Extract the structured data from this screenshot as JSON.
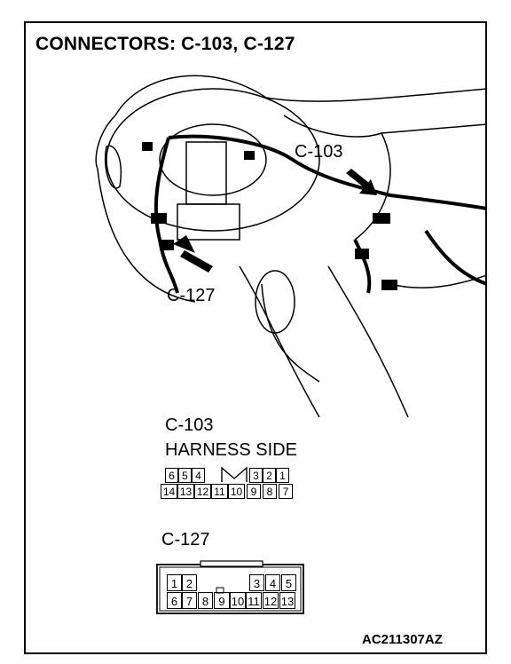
{
  "title": "CONNECTORS: C-103, C-127",
  "callouts": {
    "c103": "C-103",
    "c127": "C-127"
  },
  "c103": {
    "label": "C-103",
    "side": "HARNESS SIDE",
    "top_row": [
      "6",
      "5",
      "4",
      "3",
      "2",
      "1"
    ],
    "bottom_row": [
      "14",
      "13",
      "12",
      "11",
      "10",
      "9",
      "8",
      "7"
    ]
  },
  "c127": {
    "label": "C-127",
    "top_left": [
      "1",
      "2"
    ],
    "top_right": [
      "3",
      "4",
      "5"
    ],
    "bottom_row": [
      "6",
      "7",
      "8",
      "9",
      "10",
      "11",
      "12",
      "13"
    ]
  },
  "ref_code": "AC211307AZ"
}
